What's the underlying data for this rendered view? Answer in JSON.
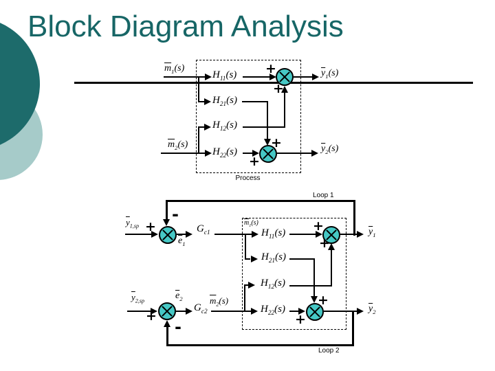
{
  "slide": {
    "title": "Block Diagram Analysis"
  },
  "colors": {
    "title_teal": "#176666",
    "circle_dark_teal": "#1d6b6b",
    "circle_light_teal": "#a6cbc9",
    "junction_fill": "#46c8c5"
  },
  "process": {
    "caption": "Process",
    "input1": {
      "base": "m",
      "sub": "1",
      "suffix": "(s)"
    },
    "input2": {
      "base": "m",
      "sub": "2",
      "suffix": "(s)"
    },
    "h11": {
      "base": "H",
      "sub": "11",
      "suffix": "(s)"
    },
    "h21": {
      "base": "H",
      "sub": "21",
      "suffix": "(s)"
    },
    "h12": {
      "base": "H",
      "sub": "12",
      "suffix": "(s)"
    },
    "h22": {
      "base": "H",
      "sub": "22",
      "suffix": "(s)"
    },
    "output1": {
      "base": "y",
      "sub": "1",
      "suffix": "(s)"
    },
    "output2": {
      "base": "y",
      "sub": "2",
      "suffix": "(s)"
    },
    "signs": {
      "j1_in": "+",
      "j1_fb": "+",
      "j2_fb": "+",
      "j2_in": "+"
    }
  },
  "control": {
    "loop1": "Loop 1",
    "loop2": "Loop 2",
    "sp1": {
      "base": "y",
      "sub": "1,sp"
    },
    "sp2": {
      "base": "y",
      "sub": "2,sp"
    },
    "e1": {
      "base": "e",
      "sub": "1"
    },
    "e2": {
      "base": "e",
      "sub": "2"
    },
    "gc1": {
      "base": "G",
      "sub": "c1"
    },
    "gc2": {
      "base": "G",
      "sub": "c2"
    },
    "m1": {
      "base": "m",
      "sub": "1",
      "suffix": "(s)"
    },
    "m2": {
      "base": "m",
      "sub": "2",
      "suffix": "(s)"
    },
    "h11": {
      "base": "H",
      "sub": "11",
      "suffix": "(s)"
    },
    "h21": {
      "base": "H",
      "sub": "21",
      "suffix": "(s)"
    },
    "h12": {
      "base": "H",
      "sub": "12",
      "suffix": "(s)"
    },
    "h22": {
      "base": "H",
      "sub": "22",
      "suffix": "(s)"
    },
    "out1": {
      "base": "y",
      "sub": "1"
    },
    "out2": {
      "base": "y",
      "sub": "2"
    },
    "signs": {
      "a_in": "+",
      "a_fb": "-",
      "b_in": "+",
      "b_fb": "-",
      "c_in": "+",
      "c_fb": "+",
      "d_fb": "+",
      "d_in": "+"
    }
  }
}
